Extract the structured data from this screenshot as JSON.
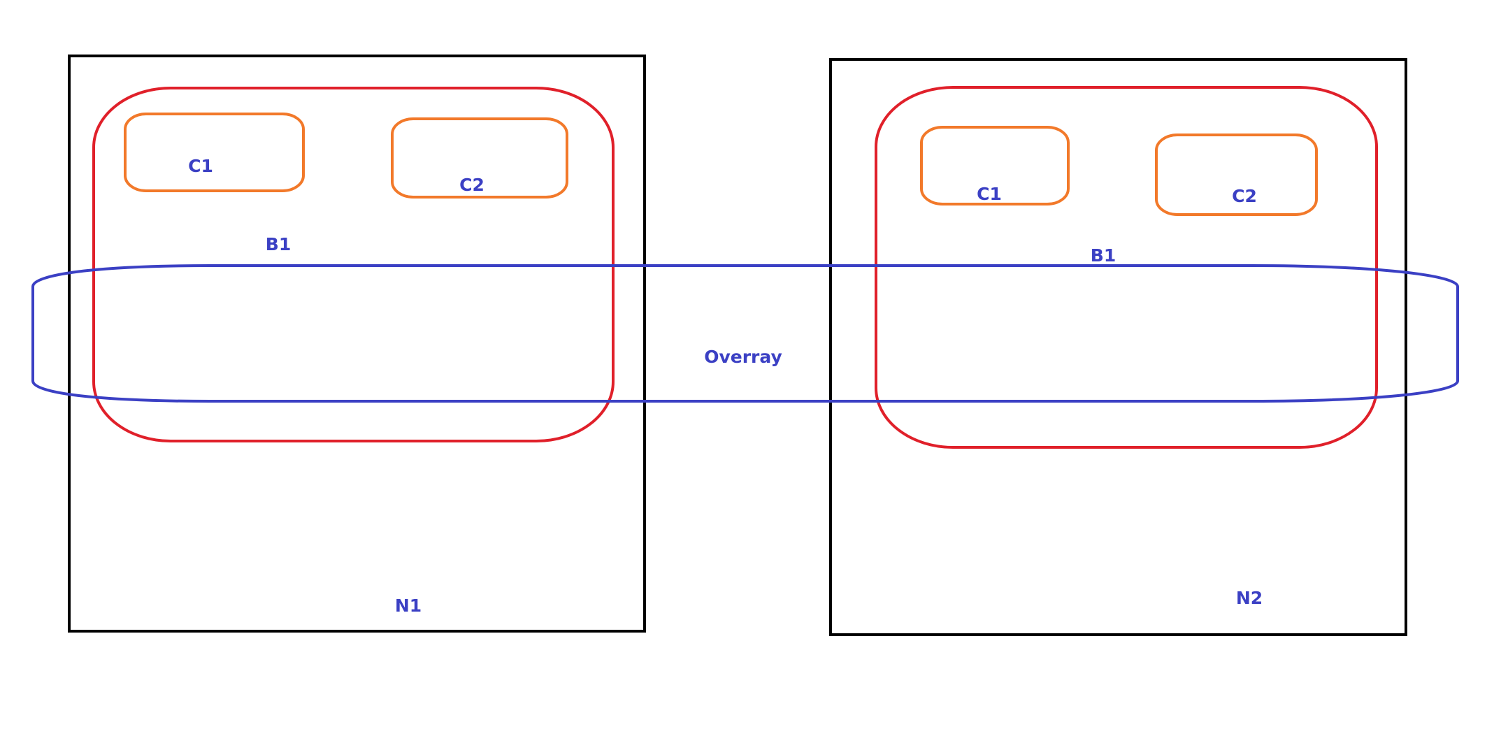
{
  "colors": {
    "node_border": "#000000",
    "bridge_border": "#e0202a",
    "container_border": "#f2792a",
    "overlay_border": "#3b40c4",
    "label": "#3b40c4",
    "background": "#ffffff"
  },
  "node1": {
    "label": "N1",
    "bridge": {
      "label": "B1",
      "container1": {
        "label": "C1"
      },
      "container2": {
        "label": "C2"
      }
    }
  },
  "node2": {
    "label": "N2",
    "bridge": {
      "label": "B1",
      "container1": {
        "label": "C1"
      },
      "container2": {
        "label": "C2"
      }
    }
  },
  "overlay": {
    "label": "Overray"
  }
}
